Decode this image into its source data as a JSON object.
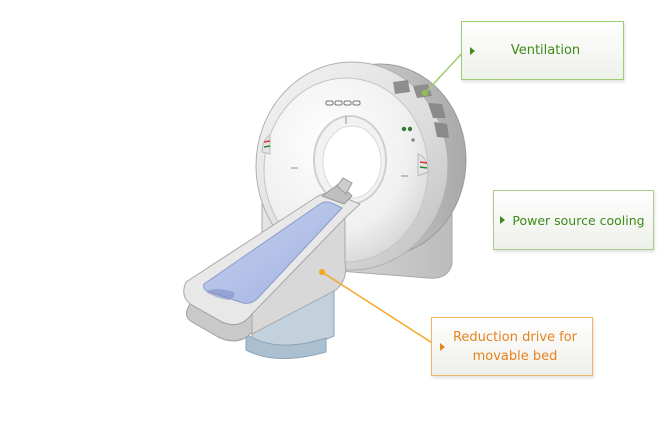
{
  "callouts": {
    "ventilation": {
      "label": "Ventilation",
      "color": "#3c8c16",
      "border": "#9ccc6f"
    },
    "power_cooling": {
      "label": "Power source cooling",
      "color": "#3c8c16",
      "border": "#a9cc8c"
    },
    "reduction_drive": {
      "label": "Reduction drive for movable bed",
      "color": "#e8821e",
      "border": "#f2b36c"
    }
  },
  "icons": [
    "ct-scanner-illustration",
    "arrow-right-icon"
  ]
}
